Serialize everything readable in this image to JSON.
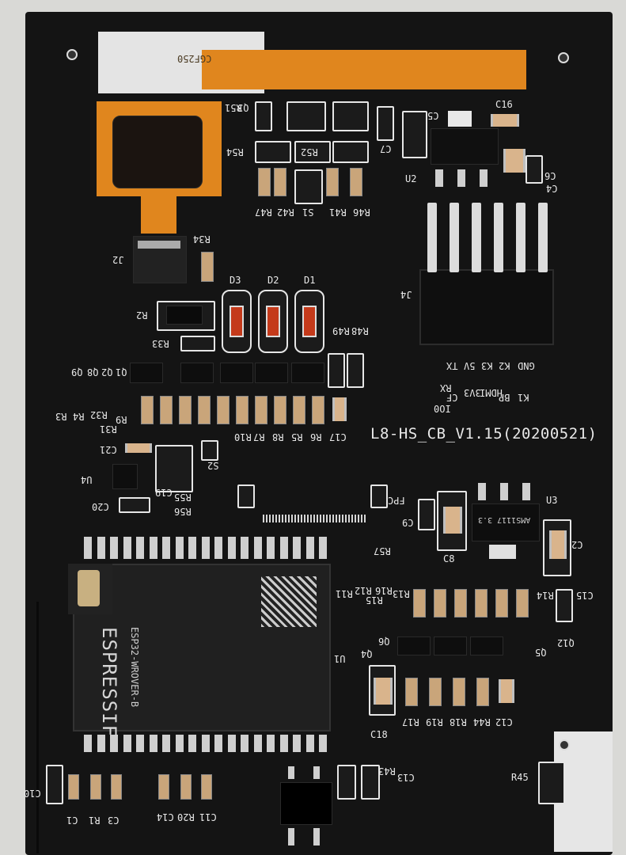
{
  "board": {
    "name": "L8-HS_CB_V1.15(20200521)",
    "fpc_label": "FPC",
    "module_brand": "ESPRESSIF",
    "module_model": "ESP32-WROVER-B",
    "connector_pins": [
      "GND",
      "K2",
      "K3",
      "5V",
      "TX",
      "RX",
      "K1",
      "BP",
      "HDMI",
      "3V3",
      "CF",
      "IO0"
    ],
    "regulator_marking": "AMS1117 3.3",
    "flex_marking": "CGF250"
  },
  "labels": {
    "r51": "R51",
    "q3": "Q3",
    "c5": "C5",
    "c16": "C16",
    "r54": "R54",
    "r52": "R52",
    "c7": "C7",
    "u2": "U2",
    "c4": "C4",
    "c6": "C6",
    "r47": "R47",
    "r42": "R42",
    "s1": "S1",
    "r41": "R41",
    "r46": "R46",
    "j2": "J2",
    "r34": "R34",
    "j4": "J4",
    "d3": "D3",
    "d2": "D2",
    "d1": "D1",
    "r2": "R2",
    "r33": "R33",
    "r49": "R49",
    "r48": "R48",
    "q1": "Q1",
    "q2": "Q2",
    "q8": "Q8",
    "q9": "Q9",
    "r3": "R3",
    "r4": "R4",
    "r32": "R32",
    "r31": "R31",
    "r9": "R9",
    "r10": "R10",
    "r7": "R7",
    "r8": "R8",
    "r5": "R5",
    "r6": "R6",
    "c17": "C17",
    "c21": "C21",
    "u4": "U4",
    "s2": "S2",
    "c19": "C19",
    "r55": "R55",
    "r56": "R56",
    "c20": "C20",
    "c9": "C9",
    "u3": "U3",
    "c8": "C8",
    "c2": "C2",
    "r57": "R57",
    "r11": "R11",
    "r12": "R12",
    "r15": "R15",
    "r16": "R16",
    "r13": "R13",
    "r14": "R14",
    "c15": "C15",
    "q6": "Q6",
    "q4": "Q4",
    "q5": "Q5",
    "q12": "Q12",
    "u1": "U1",
    "c18": "C18",
    "r17": "R17",
    "r19": "R19",
    "r18": "R18",
    "r44": "R44",
    "c12": "C12",
    "c10": "C10",
    "c1": "C1",
    "r1": "R1",
    "c3": "C3",
    "c14": "C14",
    "r20": "R20",
    "c11": "C11",
    "r43": "R43",
    "c13": "C13",
    "r45": "R45"
  },
  "colors": {
    "board": "#141414",
    "silkscreen": "#e9e9e9",
    "flex_cable": "#e0861e",
    "background": "#d9d9d6"
  }
}
